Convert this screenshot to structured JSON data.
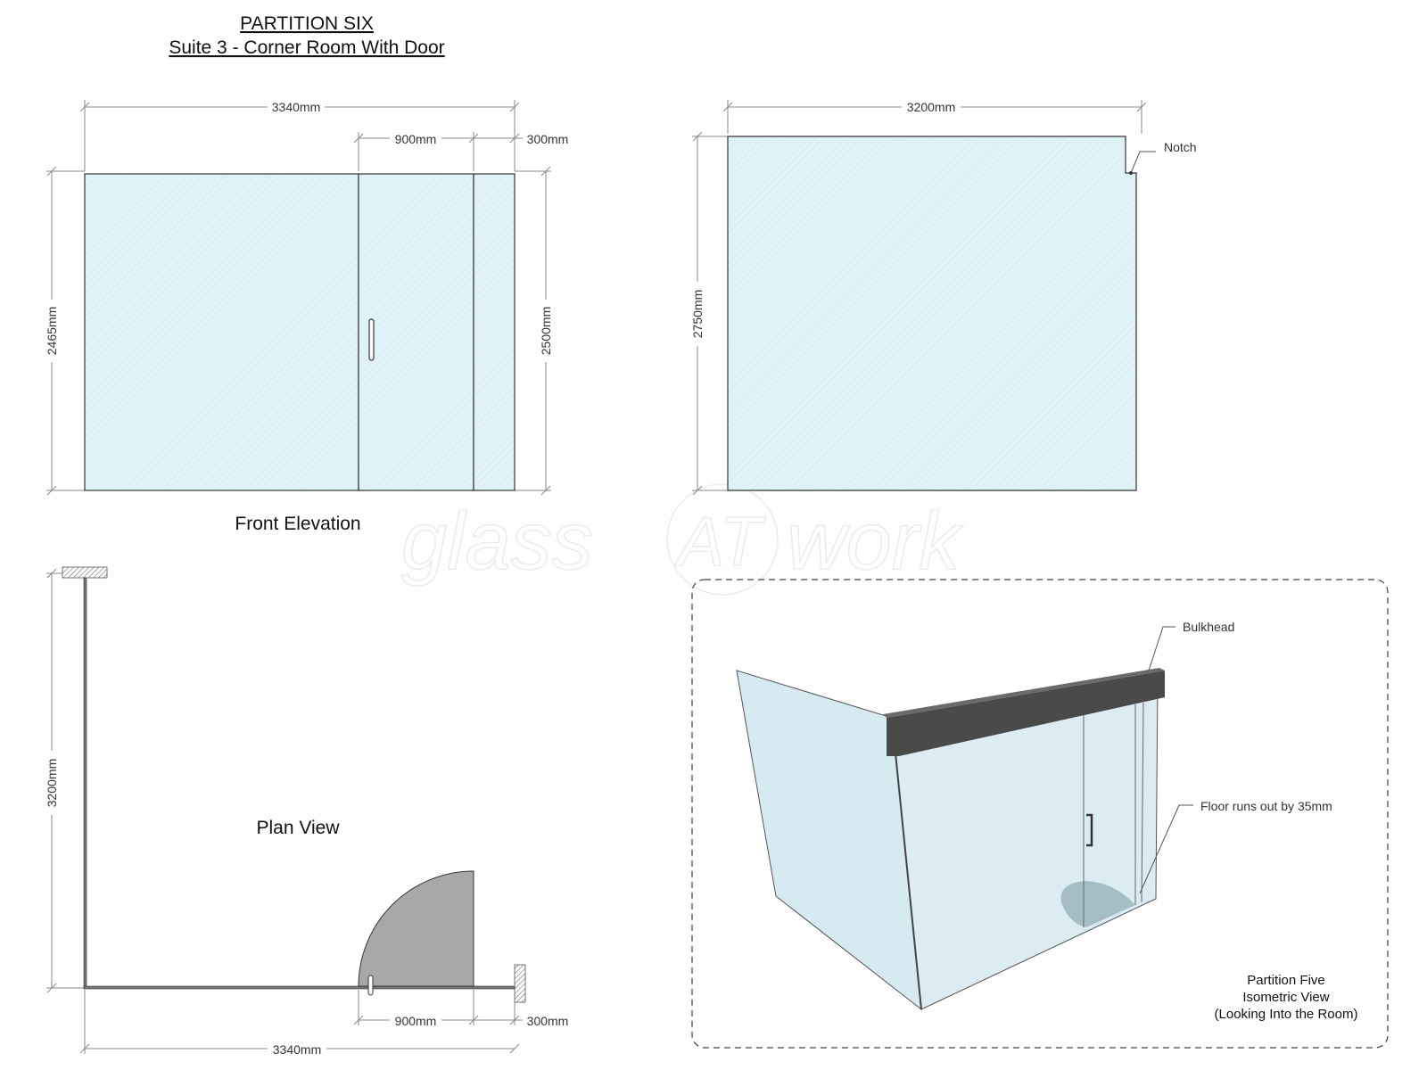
{
  "title": {
    "line1": "PARTITION SIX",
    "line2": "Suite 3 - Corner Room With Door"
  },
  "front_elevation": {
    "label": "Front Elevation",
    "width_total": "3340mm",
    "width_door": "900mm",
    "width_side": "300mm",
    "height_left": "2465mm",
    "height_right": "2500mm"
  },
  "side_elevation": {
    "width": "3200mm",
    "height": "2750mm",
    "notch_label": "Notch"
  },
  "plan_view": {
    "label": "Plan View",
    "depth": "3200mm",
    "width_total": "3340mm",
    "width_door": "900mm",
    "width_side": "300mm"
  },
  "isometric": {
    "bulkhead_label": "Bulkhead",
    "floor_note": "Floor runs out by 35mm",
    "caption_line1": "Partition Five",
    "caption_line2": "Isometric View",
    "caption_line3": "(Looking Into the Room)"
  },
  "watermark": {
    "left": "glass",
    "middle": "AT",
    "right": "work"
  },
  "colors": {
    "glass_tint": "#dff3f7",
    "iso_glass": "#cfe6ee",
    "bulkhead": "#4a4a4a",
    "door_swing": "#a8a8a8"
  }
}
